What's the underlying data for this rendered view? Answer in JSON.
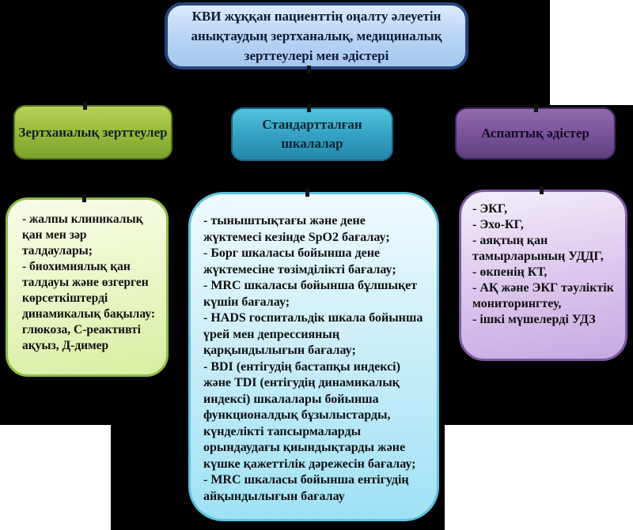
{
  "title": {
    "text": "КВИ жұққан пациенттің оңалту әлеуетін анықтаудың зертханалық, медициналық зерттеулері мен әдістері"
  },
  "columns": [
    {
      "header": "Зертханалық зерттеулер",
      "body": "- жалпы клиникалық қан мен зәр талдаулары;\n- биохимиялық қан талдауы және өзгерген көрсеткіштерді динамикалық бақылау: глюкоза, С-реактивті ақуыз, Д-димер"
    },
    {
      "header": "Стандартталған шкалалар",
      "body": "- тыныштықтағы және дене жүктемесі кезінде SpO2 бағалау;\n- Борг шкаласы бойынша дене жүктемесіне төзімділікті бағалау;\n- MRC шкаласы бойынша бұлшықет күшін бағалау;\n- HADS госпитальдік шкала бойынша үрей мен депрессияның қарқындылығын бағалау;\n- BDI (ентігудің бастапқы индексі) және TDI (ентігудің динамикалық индексі) шкалалары бойынша функционалдық бұзылыстарды, күнделікті тапсырмаларды орындаудағы қиындықтарды және күшке қажеттілік дәрежесін бағалау;\n- MRC шкаласы бойынша ентігудің айқындылығын бағалау"
    },
    {
      "header": "Аспаптық әдістер",
      "body": "- ЭКГ,\n- Эхо-КГ,\n- аяқтың қан тамырларының УДДГ,\n- өкпенің КТ,\n- АҚ және ЭКГ тәуліктік мониторингтеу,\n- ішкі мүшелерді УДЗ"
    }
  ],
  "colors": {
    "background": "#000000",
    "title_fill_top": "#dcebfb",
    "title_fill_bottom": "#a6c7ef",
    "title_border": "#24457c",
    "lab_header_fill": "#9cbc3e",
    "std_header_fill": "#35a2c4",
    "ins_header_fill": "#7a539a",
    "lab_body_fill": "#ecf7cb",
    "std_body_fill": "#cdeef9",
    "ins_body_fill": "#ddc9ee",
    "text": "#101010"
  }
}
